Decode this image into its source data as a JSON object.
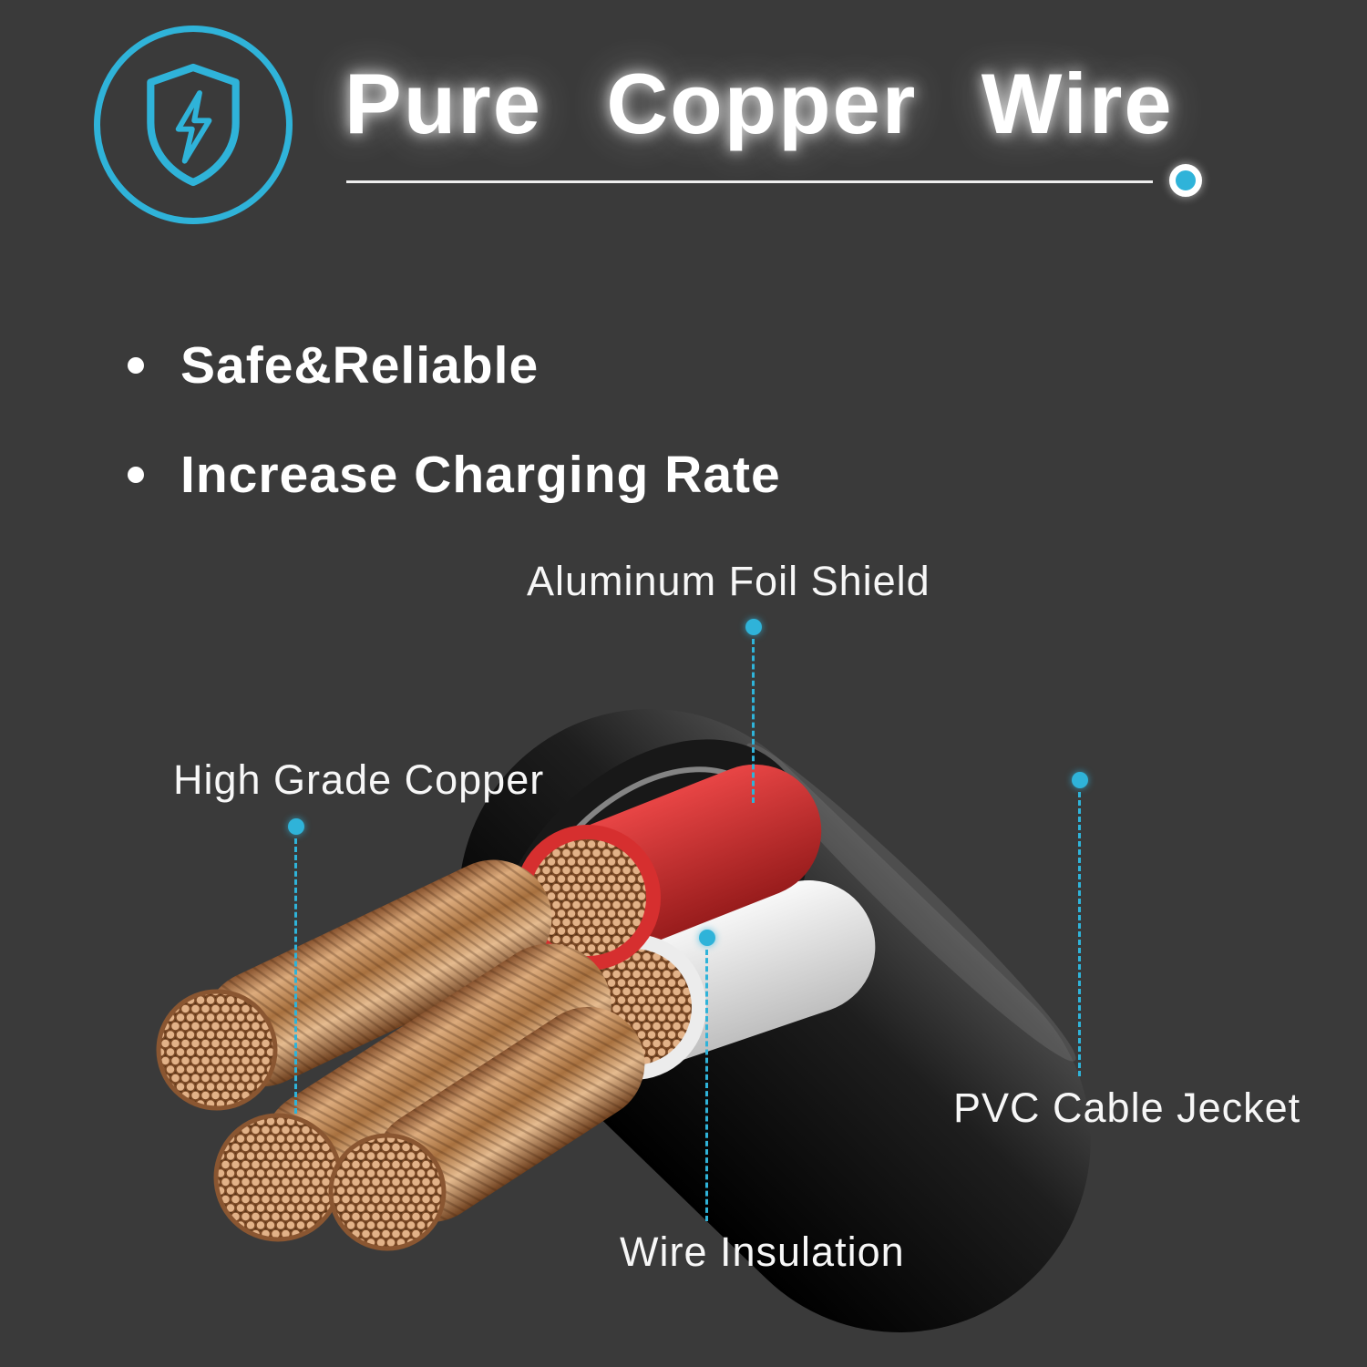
{
  "colors": {
    "background": "#3a3a3a",
    "accent": "#2fb3d9",
    "text": "#ffffff",
    "copper": "#d9a878",
    "red_wire": "#d62f2f",
    "white_wire": "#ececec",
    "jacket": "#000000"
  },
  "header": {
    "title": "Pure Copper Wire",
    "icon": "shield-lightning-icon"
  },
  "features": [
    {
      "label": "Safe&Reliable"
    },
    {
      "label": "Increase Charging Rate"
    }
  ],
  "callouts": {
    "aluminum_foil": {
      "label": "Aluminum Foil Shield"
    },
    "high_grade_copper": {
      "label": "High Grade Copper"
    },
    "pvc_jacket": {
      "label": "PVC Cable Jecket"
    },
    "wire_insulation": {
      "label": "Wire Insulation"
    }
  }
}
